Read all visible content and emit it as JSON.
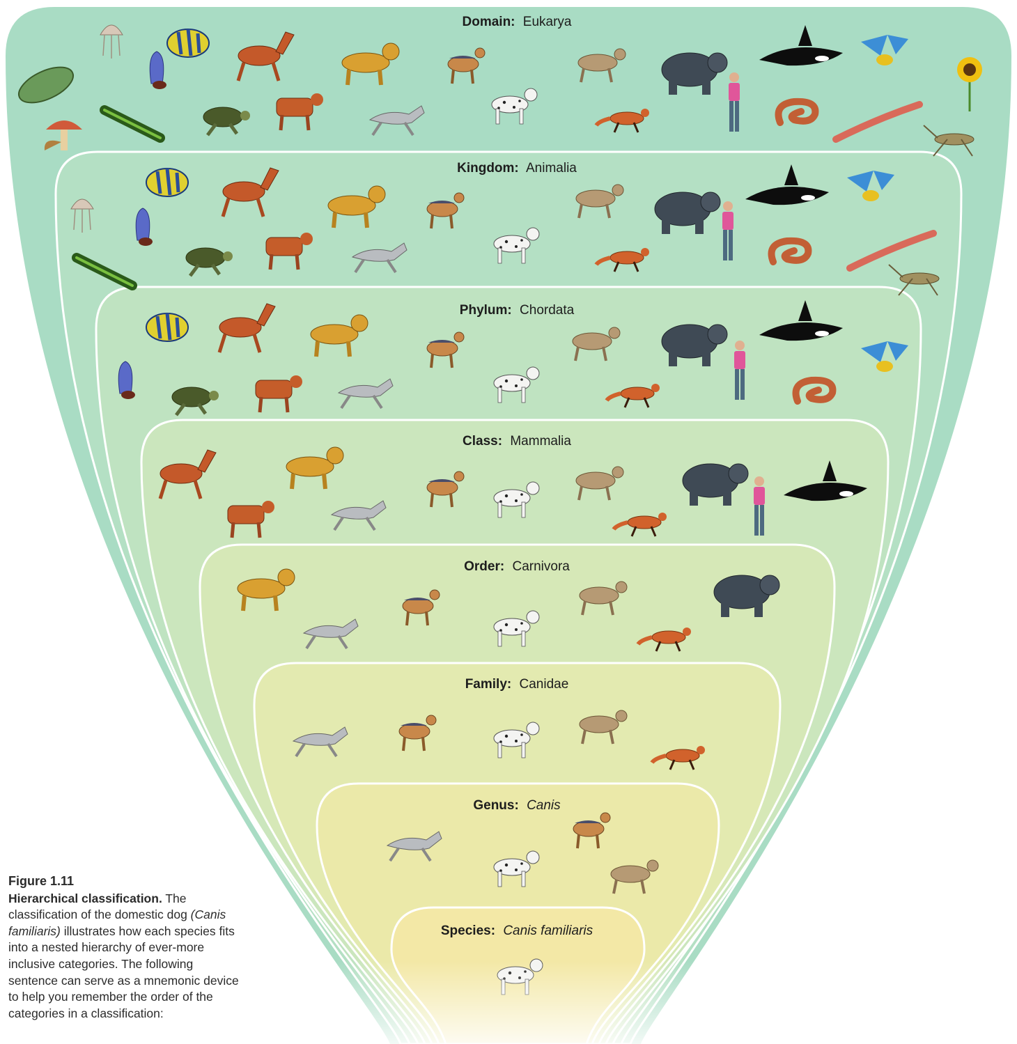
{
  "levels": [
    {
      "rank": "Domain:",
      "taxon": "Eukarya",
      "italic": false,
      "organisms": [
        "bacterium-icon",
        "jellyfish-icon",
        "tropical-fish-icon",
        "sea-squirt-icon",
        "horse-icon",
        "mushroom-icon",
        "flatworm-icon",
        "sea-turtle-icon",
        "cow-icon",
        "lion-icon",
        "jackal-icon",
        "gray-wolf-icon",
        "dalmatian-dog-icon",
        "coyote-icon",
        "red-fox-icon",
        "bear-icon",
        "human-icon",
        "orca-icon",
        "snake-icon",
        "macaw-icon",
        "earthworm-icon",
        "sunflower-icon",
        "grasshopper-icon"
      ]
    },
    {
      "rank": "Kingdom:",
      "taxon": "Animalia",
      "italic": false,
      "organisms": [
        "jellyfish-icon",
        "tropical-fish-icon",
        "sea-squirt-icon",
        "flatworm-icon",
        "horse-icon",
        "sea-turtle-icon",
        "cow-icon",
        "lion-icon",
        "jackal-icon",
        "gray-wolf-icon",
        "dalmatian-dog-icon",
        "coyote-icon",
        "red-fox-icon",
        "bear-icon",
        "human-icon",
        "orca-icon",
        "snake-icon",
        "macaw-icon",
        "earthworm-icon",
        "grasshopper-icon"
      ]
    },
    {
      "rank": "Phylum:",
      "taxon": "Chordata",
      "italic": false,
      "organisms": [
        "tropical-fish-icon",
        "sea-squirt-icon",
        "horse-icon",
        "sea-turtle-icon",
        "cow-icon",
        "lion-icon",
        "jackal-icon",
        "gray-wolf-icon",
        "dalmatian-dog-icon",
        "coyote-icon",
        "red-fox-icon",
        "bear-icon",
        "human-icon",
        "orca-icon",
        "snake-icon",
        "macaw-icon"
      ]
    },
    {
      "rank": "Class:",
      "taxon": "Mammalia",
      "italic": false,
      "organisms": [
        "horse-icon",
        "cow-icon",
        "lion-icon",
        "gray-wolf-icon",
        "jackal-icon",
        "dalmatian-dog-icon",
        "coyote-icon",
        "red-fox-icon",
        "bear-icon",
        "human-icon",
        "orca-icon"
      ]
    },
    {
      "rank": "Order:",
      "taxon": "Carnivora",
      "italic": false,
      "organisms": [
        "lion-icon",
        "gray-wolf-icon",
        "jackal-icon",
        "dalmatian-dog-icon",
        "coyote-icon",
        "red-fox-icon",
        "bear-icon"
      ]
    },
    {
      "rank": "Family:",
      "taxon": "Canidae",
      "italic": false,
      "organisms": [
        "gray-wolf-icon",
        "jackal-icon",
        "dalmatian-dog-icon",
        "coyote-icon",
        "red-fox-icon"
      ]
    },
    {
      "rank": "Genus:",
      "taxon": "Canis",
      "italic": true,
      "organisms": [
        "gray-wolf-icon",
        "dalmatian-dog-icon",
        "jackal-icon",
        "coyote-icon"
      ]
    },
    {
      "rank": "Species:",
      "taxon": "Canis familiaris",
      "italic": true,
      "organisms": [
        "dalmatian-dog-icon"
      ]
    }
  ],
  "caption": {
    "figure_number": "Figure 1.11",
    "title": "Hierarchical classification.",
    "text_1": " The classification of the domestic dog ",
    "scientific_name": "(Canis familiaris)",
    "text_2": " illustrates how each species fits into a nested hierarchy of ever-more inclusive categories. The following sentence can serve as a mnemonic device to help you remember the order of the categories in a classification:"
  },
  "colors": {
    "domain": "#a9dcc4",
    "kingdom": "#b4e0c4",
    "phylum": "#bfe3c1",
    "class": "#cbe6bd",
    "order": "#d6e8b7",
    "family": "#e3eab0",
    "genus": "#ebe9a9",
    "species": "#f3e8a6",
    "outline": "#ffffff"
  }
}
